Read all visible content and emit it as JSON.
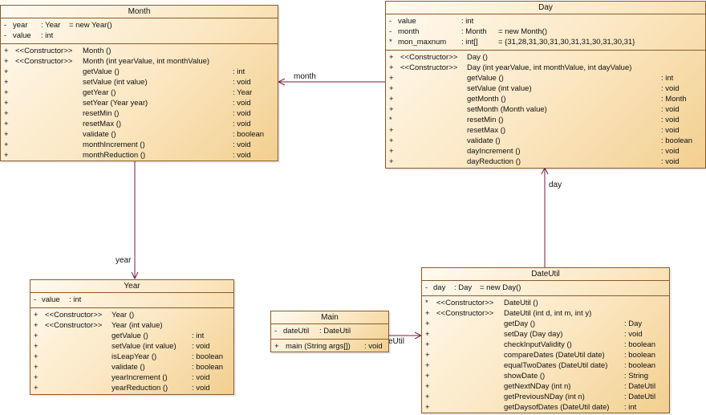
{
  "classes": {
    "month": {
      "title": "Month",
      "attributes": [
        {
          "vis": "-",
          "name": "year",
          "type": ": Year",
          "init": "= new Year()"
        },
        {
          "vis": "-",
          "name": "value",
          "type": ": int",
          "init": ""
        }
      ],
      "methods": [
        {
          "vis": "+",
          "stereo": "<<Constructor>>",
          "sig": "Month ()",
          "ret": ""
        },
        {
          "vis": "+",
          "stereo": "<<Constructor>>",
          "sig": "Month (int yearValue, int monthValue)",
          "ret": ""
        },
        {
          "vis": "+",
          "stereo": "",
          "sig": "getValue ()",
          "ret": ": int"
        },
        {
          "vis": "+",
          "stereo": "",
          "sig": "setValue (int value)",
          "ret": ": void"
        },
        {
          "vis": "+",
          "stereo": "",
          "sig": "getYear ()",
          "ret": ": Year"
        },
        {
          "vis": "+",
          "stereo": "",
          "sig": "setYear (Year year)",
          "ret": ": void"
        },
        {
          "vis": "+",
          "stereo": "",
          "sig": "resetMin ()",
          "ret": ": void"
        },
        {
          "vis": "+",
          "stereo": "",
          "sig": "resetMax ()",
          "ret": ": void"
        },
        {
          "vis": "+",
          "stereo": "",
          "sig": "validate ()",
          "ret": ": boolean"
        },
        {
          "vis": "+",
          "stereo": "",
          "sig": "monthIncrement ()",
          "ret": ": void"
        },
        {
          "vis": "+",
          "stereo": "",
          "sig": "monthReduction ()",
          "ret": ": void"
        }
      ]
    },
    "day": {
      "title": "Day",
      "attributes": [
        {
          "vis": "-",
          "name": "value",
          "type": ": int",
          "init": ""
        },
        {
          "vis": "-",
          "name": "month",
          "type": ": Month",
          "init": "= new Month()"
        },
        {
          "vis": "*",
          "name": "mon_maxnum",
          "type": ": int[]",
          "init": "= {31,28,31,30,31,30,31,31,30,31,30,31}"
        }
      ],
      "methods": [
        {
          "vis": "+",
          "stereo": "<<Constructor>>",
          "sig": "Day ()",
          "ret": ""
        },
        {
          "vis": "+",
          "stereo": "<<Constructor>>",
          "sig": "Day (int yearValue, int monthValue, int dayValue)",
          "ret": ""
        },
        {
          "vis": "+",
          "stereo": "",
          "sig": "getValue ()",
          "ret": ": int"
        },
        {
          "vis": "+",
          "stereo": "",
          "sig": "setValue (int value)",
          "ret": ": void"
        },
        {
          "vis": "+",
          "stereo": "",
          "sig": "getMonth ()",
          "ret": ": Month"
        },
        {
          "vis": "+",
          "stereo": "",
          "sig": "setMonth (Month value)",
          "ret": ": void"
        },
        {
          "vis": "*",
          "stereo": "",
          "sig": "resetMin ()",
          "ret": ": void"
        },
        {
          "vis": "+",
          "stereo": "",
          "sig": "resetMax ()",
          "ret": ": void"
        },
        {
          "vis": "+",
          "stereo": "",
          "sig": "validate ()",
          "ret": ": boolean"
        },
        {
          "vis": "+",
          "stereo": "",
          "sig": "dayIncrement ()",
          "ret": ": void"
        },
        {
          "vis": "+",
          "stereo": "",
          "sig": "dayReduction ()",
          "ret": ": void"
        }
      ]
    },
    "year": {
      "title": "Year",
      "attributes": [
        {
          "vis": "-",
          "name": "value",
          "type": ": int",
          "init": ""
        }
      ],
      "methods": [
        {
          "vis": "+",
          "stereo": "<<Constructor>>",
          "sig": "Year ()",
          "ret": ""
        },
        {
          "vis": "+",
          "stereo": "<<Constructor>>",
          "sig": "Year (int value)",
          "ret": ""
        },
        {
          "vis": "+",
          "stereo": "",
          "sig": "getValue ()",
          "ret": ": int"
        },
        {
          "vis": "+",
          "stereo": "",
          "sig": "setValue (int value)",
          "ret": ": void"
        },
        {
          "vis": "+",
          "stereo": "",
          "sig": "isLeapYear ()",
          "ret": ": boolean"
        },
        {
          "vis": "+",
          "stereo": "",
          "sig": "validate ()",
          "ret": ": boolean"
        },
        {
          "vis": "+",
          "stereo": "",
          "sig": "yearIncrement ()",
          "ret": ": void"
        },
        {
          "vis": "+",
          "stereo": "",
          "sig": "yearReduction ()",
          "ret": ": void"
        }
      ]
    },
    "main": {
      "title": "Main",
      "attributes": [
        {
          "vis": "-",
          "name": "dateUtil",
          "type": ": DateUtil",
          "init": ""
        }
      ],
      "methods": [
        {
          "vis": "+",
          "stereo": "",
          "sig": "main (String args[])",
          "ret": ": void"
        }
      ]
    },
    "dateutil": {
      "title": "DateUtil",
      "attributes": [
        {
          "vis": "-",
          "name": "day",
          "type": ": Day",
          "init": "= new Day()"
        }
      ],
      "methods": [
        {
          "vis": "*",
          "stereo": "<<Constructor>>",
          "sig": "DateUtil ()",
          "ret": ""
        },
        {
          "vis": "+",
          "stereo": "<<Constructor>>",
          "sig": "DateUtil (int d, int m, int y)",
          "ret": ""
        },
        {
          "vis": "+",
          "stereo": "",
          "sig": "getDay ()",
          "ret": ": Day"
        },
        {
          "vis": "+",
          "stereo": "",
          "sig": "setDay (Day day)",
          "ret": ": void"
        },
        {
          "vis": "+",
          "stereo": "",
          "sig": "checkInputValidity ()",
          "ret": ": boolean"
        },
        {
          "vis": "+",
          "stereo": "",
          "sig": "compareDates (DateUtil date)",
          "ret": ": boolean"
        },
        {
          "vis": "+",
          "stereo": "",
          "sig": "equalTwoDates (DateUtil date)",
          "ret": ": boolean"
        },
        {
          "vis": "+",
          "stereo": "",
          "sig": "showDate ()",
          "ret": ": String"
        },
        {
          "vis": "+",
          "stereo": "",
          "sig": "getNextNDay (int n)",
          "ret": ": DateUtil"
        },
        {
          "vis": "+",
          "stereo": "",
          "sig": "getPreviousNDay (int n)",
          "ret": ": DateUtil"
        },
        {
          "vis": "+",
          "stereo": "",
          "sig": "getDaysofDates (DateUtil date)",
          "ret": ": int"
        }
      ]
    }
  },
  "links": {
    "day_month": "month",
    "month_year": "year",
    "dateutil_day": "day",
    "main_dateutil": "dateUtil"
  },
  "colors": {
    "border": "#8a5a2b",
    "link": "#7a1a4a",
    "fill_light": "#fffaf0",
    "fill_dark": "#f2cf8f"
  }
}
